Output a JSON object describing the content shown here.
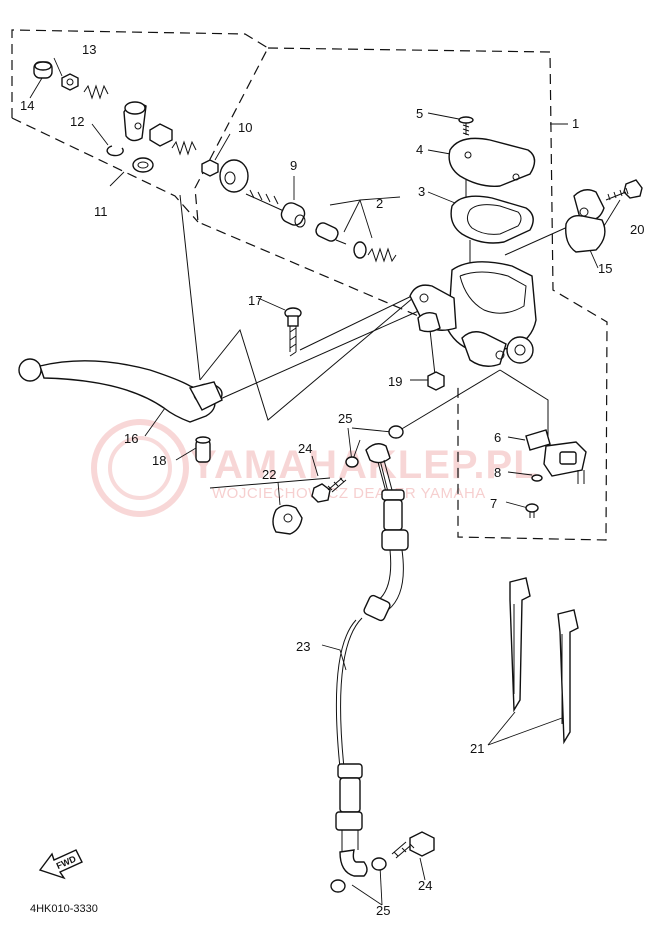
{
  "diagram": {
    "drawing_code": "4HK010-3330",
    "direction_marker": "FWD",
    "watermark": {
      "line1": "YAMAHAKLEP.PL",
      "line2": "WOJCIECHOWICZ DEALER YAMAHA"
    },
    "parts": [
      {
        "key": "p1",
        "label": "1"
      },
      {
        "key": "p2",
        "label": "2"
      },
      {
        "key": "p3",
        "label": "3"
      },
      {
        "key": "p4",
        "label": "4"
      },
      {
        "key": "p5",
        "label": "5"
      },
      {
        "key": "p6",
        "label": "6"
      },
      {
        "key": "p7",
        "label": "7"
      },
      {
        "key": "p8",
        "label": "8"
      },
      {
        "key": "p9",
        "label": "9"
      },
      {
        "key": "p10",
        "label": "10"
      },
      {
        "key": "p11",
        "label": "11"
      },
      {
        "key": "p12",
        "label": "12"
      },
      {
        "key": "p13",
        "label": "13"
      },
      {
        "key": "p14",
        "label": "14"
      },
      {
        "key": "p15",
        "label": "15"
      },
      {
        "key": "p16",
        "label": "16"
      },
      {
        "key": "p17",
        "label": "17"
      },
      {
        "key": "p18",
        "label": "18"
      },
      {
        "key": "p19",
        "label": "19"
      },
      {
        "key": "p20",
        "label": "20"
      },
      {
        "key": "p21",
        "label": "21"
      },
      {
        "key": "p22",
        "label": "22"
      },
      {
        "key": "p23",
        "label": "23"
      },
      {
        "key": "p24a",
        "label": "24"
      },
      {
        "key": "p24b",
        "label": "24"
      },
      {
        "key": "p25a",
        "label": "25"
      },
      {
        "key": "p25b",
        "label": "25"
      }
    ]
  }
}
